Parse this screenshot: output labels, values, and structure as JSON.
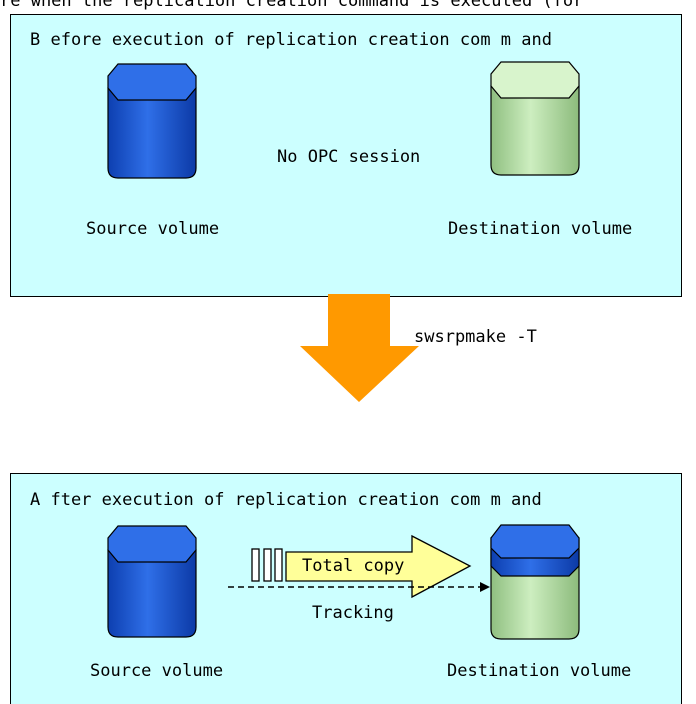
{
  "top_caption": "re  when the replication creation command is executed (for",
  "before": {
    "title": "B efore execution of replication creation com m and",
    "source_label": "Source volume",
    "session_label": "No OPC session",
    "destination_label": "Destination volume"
  },
  "command": {
    "label": "swsrpmake -T"
  },
  "after": {
    "title": "A fter execution of replication creation com m and",
    "copy_label": "Total copy",
    "tracking_label": "Tracking",
    "source_label": "Source volume",
    "destination_label": "Destination volume"
  },
  "colors": {
    "panel_fill": "#ccffff",
    "source_volume": "#1f5bd8",
    "destination_volume": "#b6dba9",
    "command_arrow": "#ff9900",
    "copy_arrow": "#ffff99"
  }
}
